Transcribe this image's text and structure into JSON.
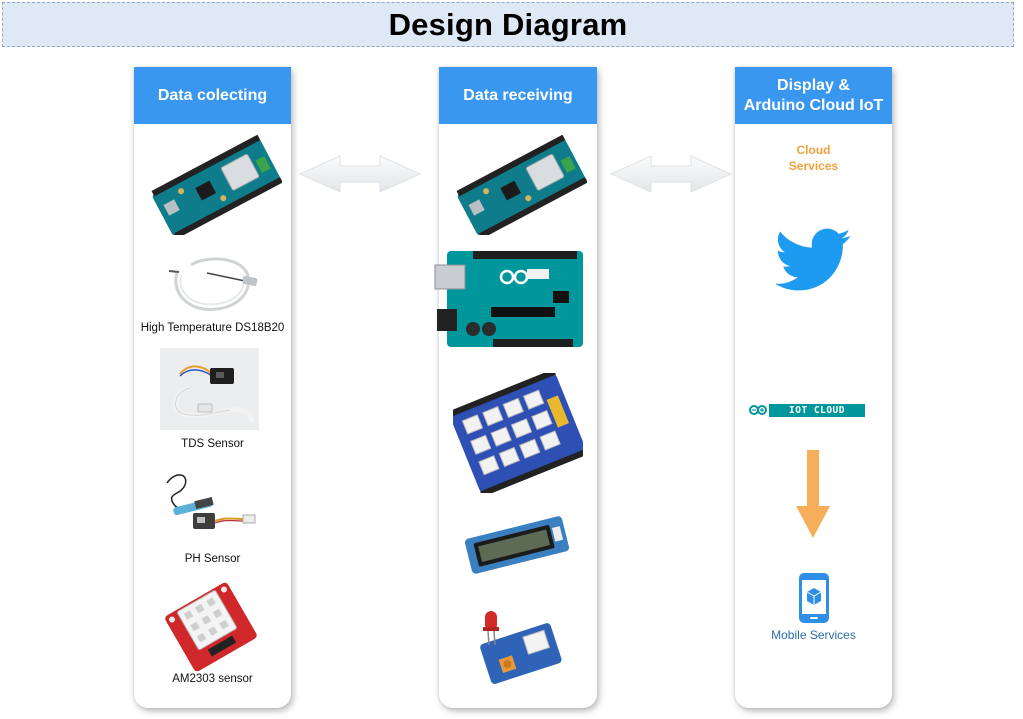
{
  "title": "Design Diagram",
  "columns": {
    "collecting": {
      "header": "Data colecting",
      "captions": {
        "temperature": "High Temperature DS18B20",
        "tds": "TDS Sensor",
        "ph": "PH Sensor",
        "am2303": "AM2303 sensor"
      }
    },
    "receiving": {
      "header": "Data receiving"
    },
    "display": {
      "header": "Display &\nArduino Cloud IoT",
      "cloud_services": "Cloud\nServices",
      "iot_cloud": "IOT CLOUD",
      "mobile_services": "Mobile Services"
    }
  },
  "colors": {
    "header": "#3a97f0",
    "title_bar": "#dfe9f6",
    "cloud_text": "#f0a23c",
    "twitter": "#1d9bf0",
    "arduino_teal": "#00979c",
    "arrow_orange": "#f7ae5a",
    "mobile_text": "#2a6ea8"
  },
  "icons": [
    "arduino-mkr-board",
    "temperature-probe",
    "tds-sensor",
    "ph-sensor-kit",
    "am2303-sensor",
    "arduino-uno-board",
    "grove-shield",
    "lcd-module",
    "led-module",
    "twitter-icon",
    "arduino-logo-icon",
    "down-arrow-icon",
    "mobile-phone-icon",
    "bidirectional-arrow-icon"
  ]
}
